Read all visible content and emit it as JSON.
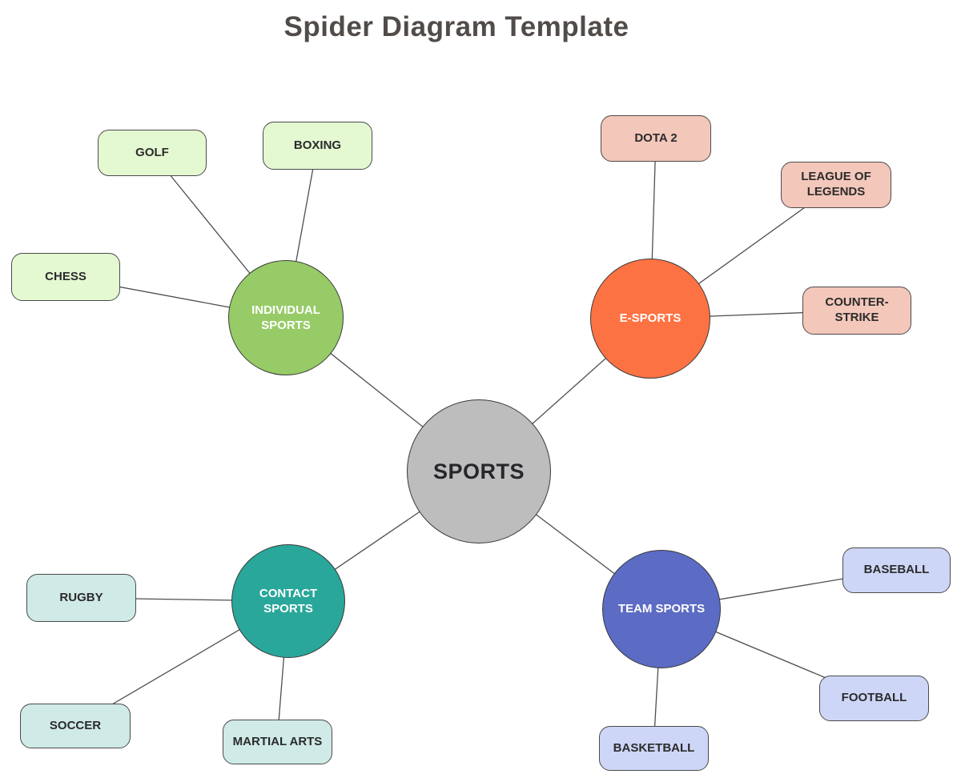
{
  "title": "Spider Diagram Template",
  "center": {
    "label": "SPORTS",
    "color": "#bdbdbd"
  },
  "branches": [
    {
      "label": "INDIVIDUAL SPORTS",
      "circle_color": "#97cb67",
      "leaf_color": "#e4f8d1",
      "leaves": [
        {
          "label": "GOLF"
        },
        {
          "label": "BOXING"
        },
        {
          "label": "CHESS"
        }
      ]
    },
    {
      "label": "E-SPORTS",
      "circle_color": "#fd7243",
      "leaf_color": "#f3c7ba",
      "leaves": [
        {
          "label": "DOTA 2"
        },
        {
          "label": "LEAGUE OF LEGENDS"
        },
        {
          "label": "COUNTER-STRIKE"
        }
      ]
    },
    {
      "label": "CONTACT SPORTS",
      "circle_color": "#29a79a",
      "leaf_color": "#cfeae7",
      "leaves": [
        {
          "label": "RUGBY"
        },
        {
          "label": "SOCCER"
        },
        {
          "label": "MARTIAL ARTS"
        }
      ]
    },
    {
      "label": "TEAM SPORTS",
      "circle_color": "#5c6bc4",
      "leaf_color": "#ced6f7",
      "leaves": [
        {
          "label": "BASEBALL"
        },
        {
          "label": "FOOTBALL"
        },
        {
          "label": "BASKETBALL"
        }
      ]
    }
  ]
}
